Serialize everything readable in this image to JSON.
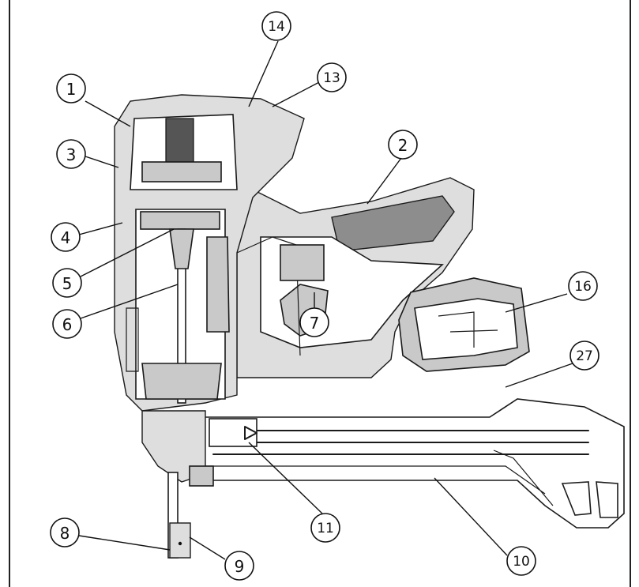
{
  "callouts": [
    {
      "id": "c1",
      "label": "1"
    },
    {
      "id": "c2",
      "label": "2"
    },
    {
      "id": "c3",
      "label": "3"
    },
    {
      "id": "c4",
      "label": "4"
    },
    {
      "id": "c5",
      "label": "5"
    },
    {
      "id": "c6",
      "label": "6"
    },
    {
      "id": "c7",
      "label": "7"
    },
    {
      "id": "c8",
      "label": "8"
    },
    {
      "id": "c9",
      "label": "9"
    },
    {
      "id": "c10",
      "label": "10"
    },
    {
      "id": "c11",
      "label": "11"
    },
    {
      "id": "c13",
      "label": "13"
    },
    {
      "id": "c14",
      "label": "14"
    },
    {
      "id": "c16",
      "label": "16"
    },
    {
      "id": "c27",
      "label": "27"
    }
  ]
}
